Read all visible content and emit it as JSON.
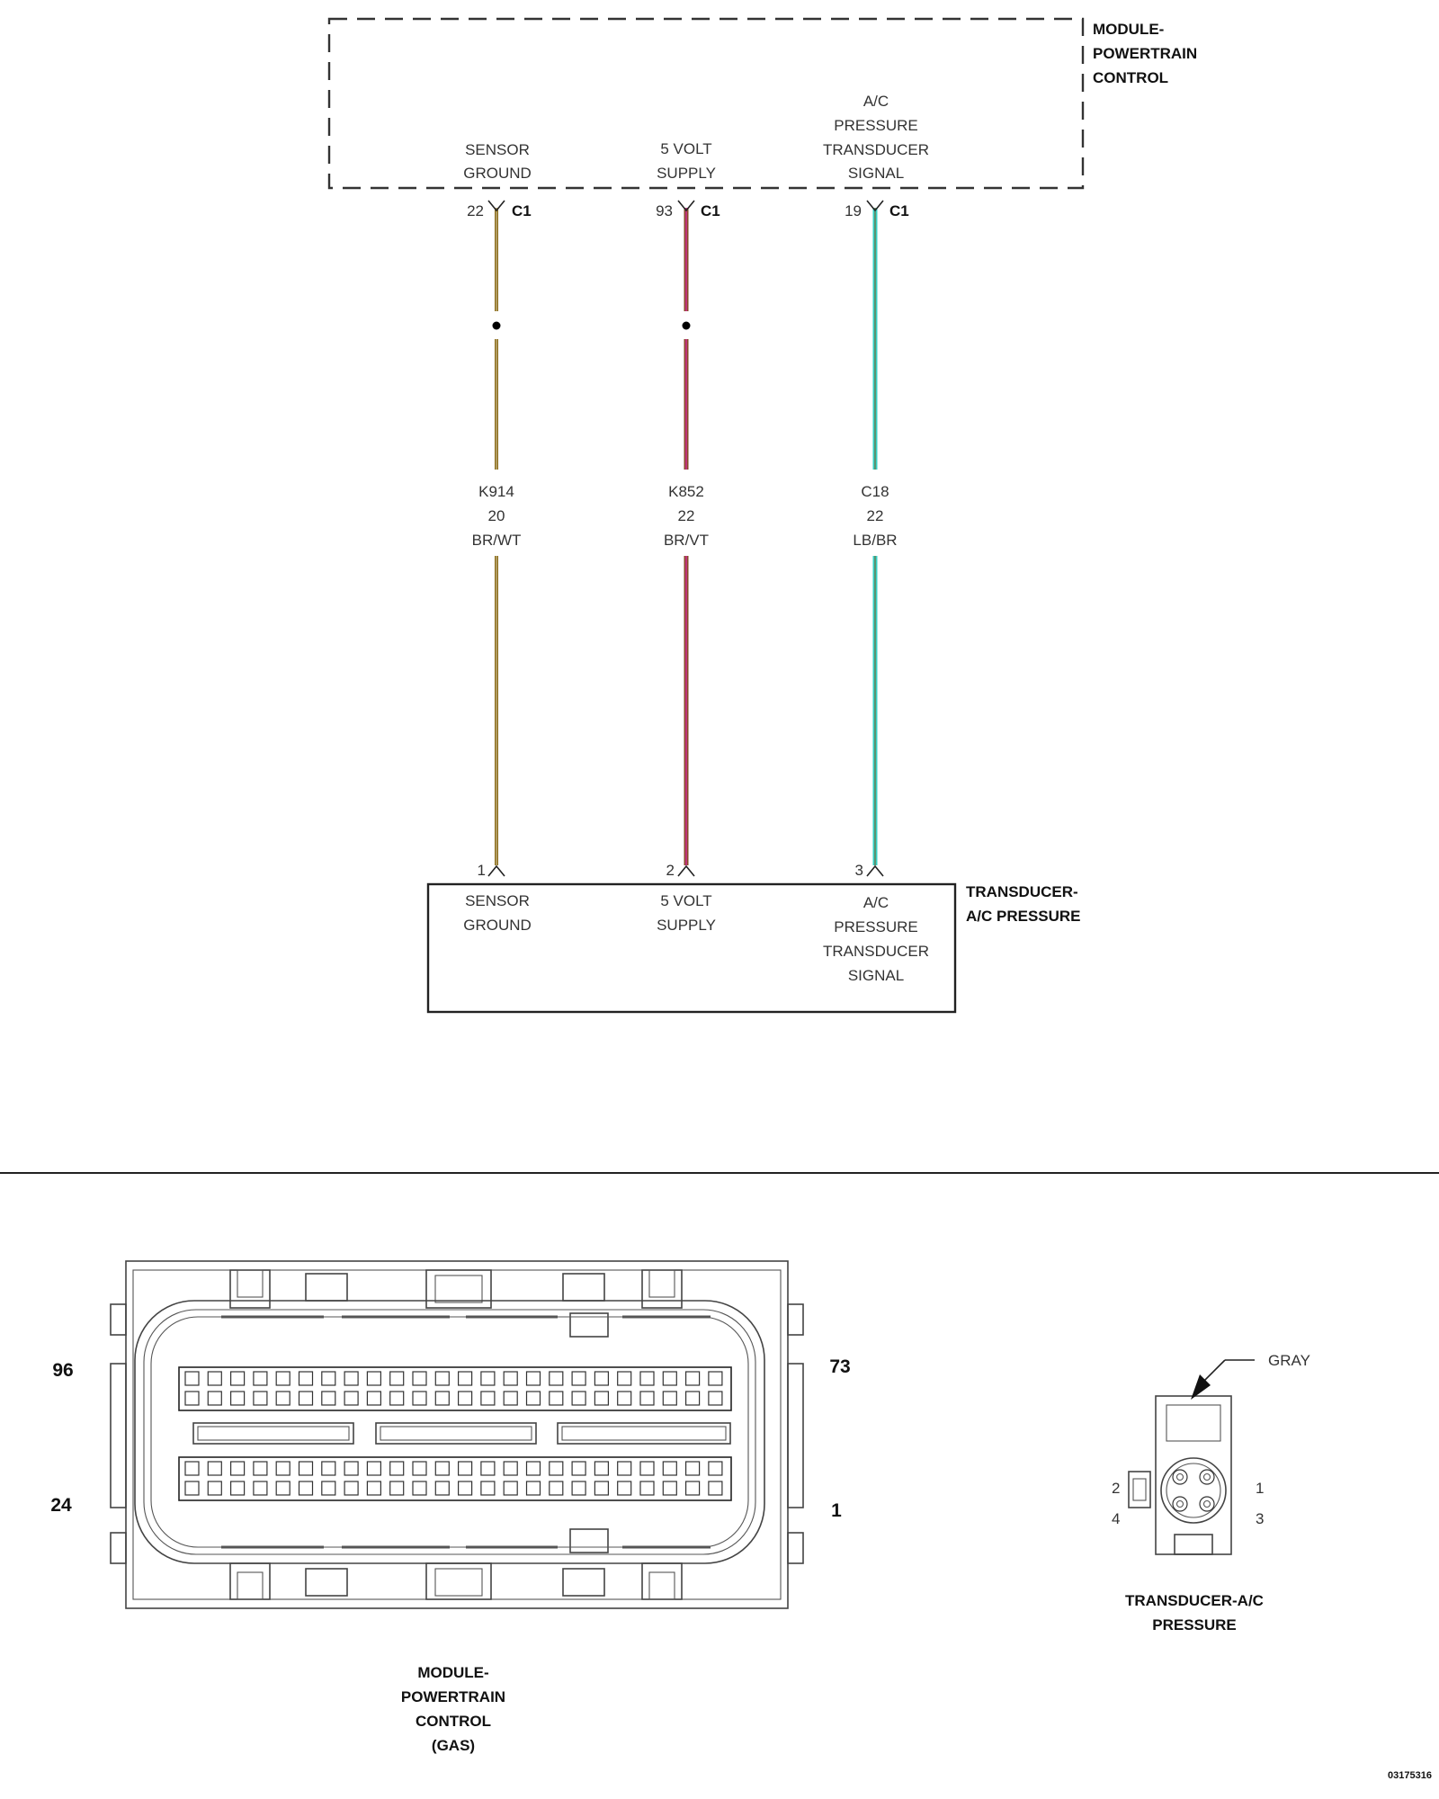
{
  "pcm": {
    "title_lines": [
      "MODULE-",
      "POWERTRAIN",
      "CONTROL"
    ],
    "connector": "C1"
  },
  "transducer": {
    "title_lines": [
      "TRANSDUCER-",
      "A/C PRESSURE"
    ]
  },
  "circuits": [
    {
      "function_lines": [
        "SENSOR",
        "GROUND"
      ],
      "pcm_pin": "22",
      "transducer_pin": "1",
      "circuit": "K914",
      "gauge": "20",
      "color_code": "BR/WT",
      "wire_color": "#8a6d1d",
      "tracer_color": "#c9b88a",
      "splice": true
    },
    {
      "function_lines": [
        "5 VOLT",
        "SUPPLY"
      ],
      "pcm_pin": "93",
      "transducer_pin": "2",
      "circuit": "K852",
      "gauge": "22",
      "color_code": "BR/VT",
      "wire_color": "#8a4a2a",
      "tracer_color": "#cc2f8f",
      "splice": true
    },
    {
      "function_lines": [
        "A/C",
        "PRESSURE",
        "TRANSDUCER",
        "SIGNAL"
      ],
      "pcm_pin": "19",
      "transducer_pin": "3",
      "circuit": "C18",
      "gauge": "22",
      "color_code": "LB/BR",
      "wire_color": "#35d0c4",
      "tracer_color": "#7a6a3a",
      "splice": false
    }
  ],
  "pcm_connector_view": {
    "pin_labels": {
      "top_left": "96",
      "top_right": "73",
      "bottom_left": "24",
      "bottom_right": "1"
    },
    "caption_lines": [
      "MODULE-",
      "POWERTRAIN",
      "CONTROL",
      "(GAS)"
    ]
  },
  "transducer_connector_view": {
    "color_label": "GRAY",
    "pins": {
      "p1": "1",
      "p2": "2",
      "p3": "3",
      "p4": "4"
    },
    "caption_lines": [
      "TRANSDUCER-A/C",
      "PRESSURE"
    ]
  },
  "figure_id": "03175316"
}
